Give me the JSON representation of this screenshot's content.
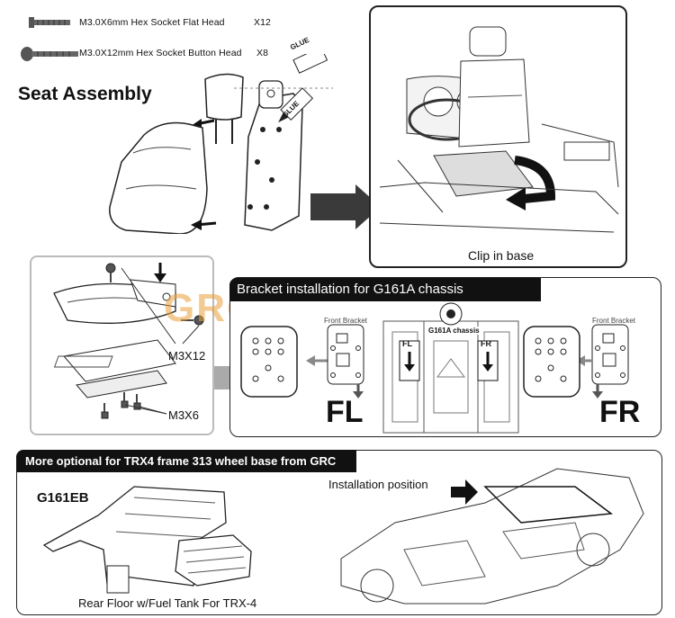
{
  "parts": [
    {
      "name": "M3.0X6mm  Hex Socket Flat Head",
      "qty": "X12"
    },
    {
      "name": "M3.0X12mm  Hex Socket Button Head",
      "qty": "X8"
    }
  ],
  "glue_label": "GLUE",
  "seat_assembly_title": "Seat Assembly",
  "clip_in_base_label": "Clip in base",
  "hardware_labels": {
    "m3x12": "M3X12",
    "m3x6": "M3X6"
  },
  "watermark": "GRCRACING",
  "bracket": {
    "title": "Bracket installation for G161A chassis",
    "front_bracket_left": "Front Bracket",
    "front_bracket_right": "Front Bracket",
    "fl": "FL",
    "fr": "FR",
    "chassis_label": "G161A chassis",
    "fl_tag": "FL",
    "fr_tag": "FR"
  },
  "optional": {
    "title": "More optional for TRX4 frame 313 wheel base from GRC",
    "part_code": "G161EB",
    "installation_position": "Installation position",
    "caption": "Rear Floor w/Fuel Tank For TRX-4"
  }
}
